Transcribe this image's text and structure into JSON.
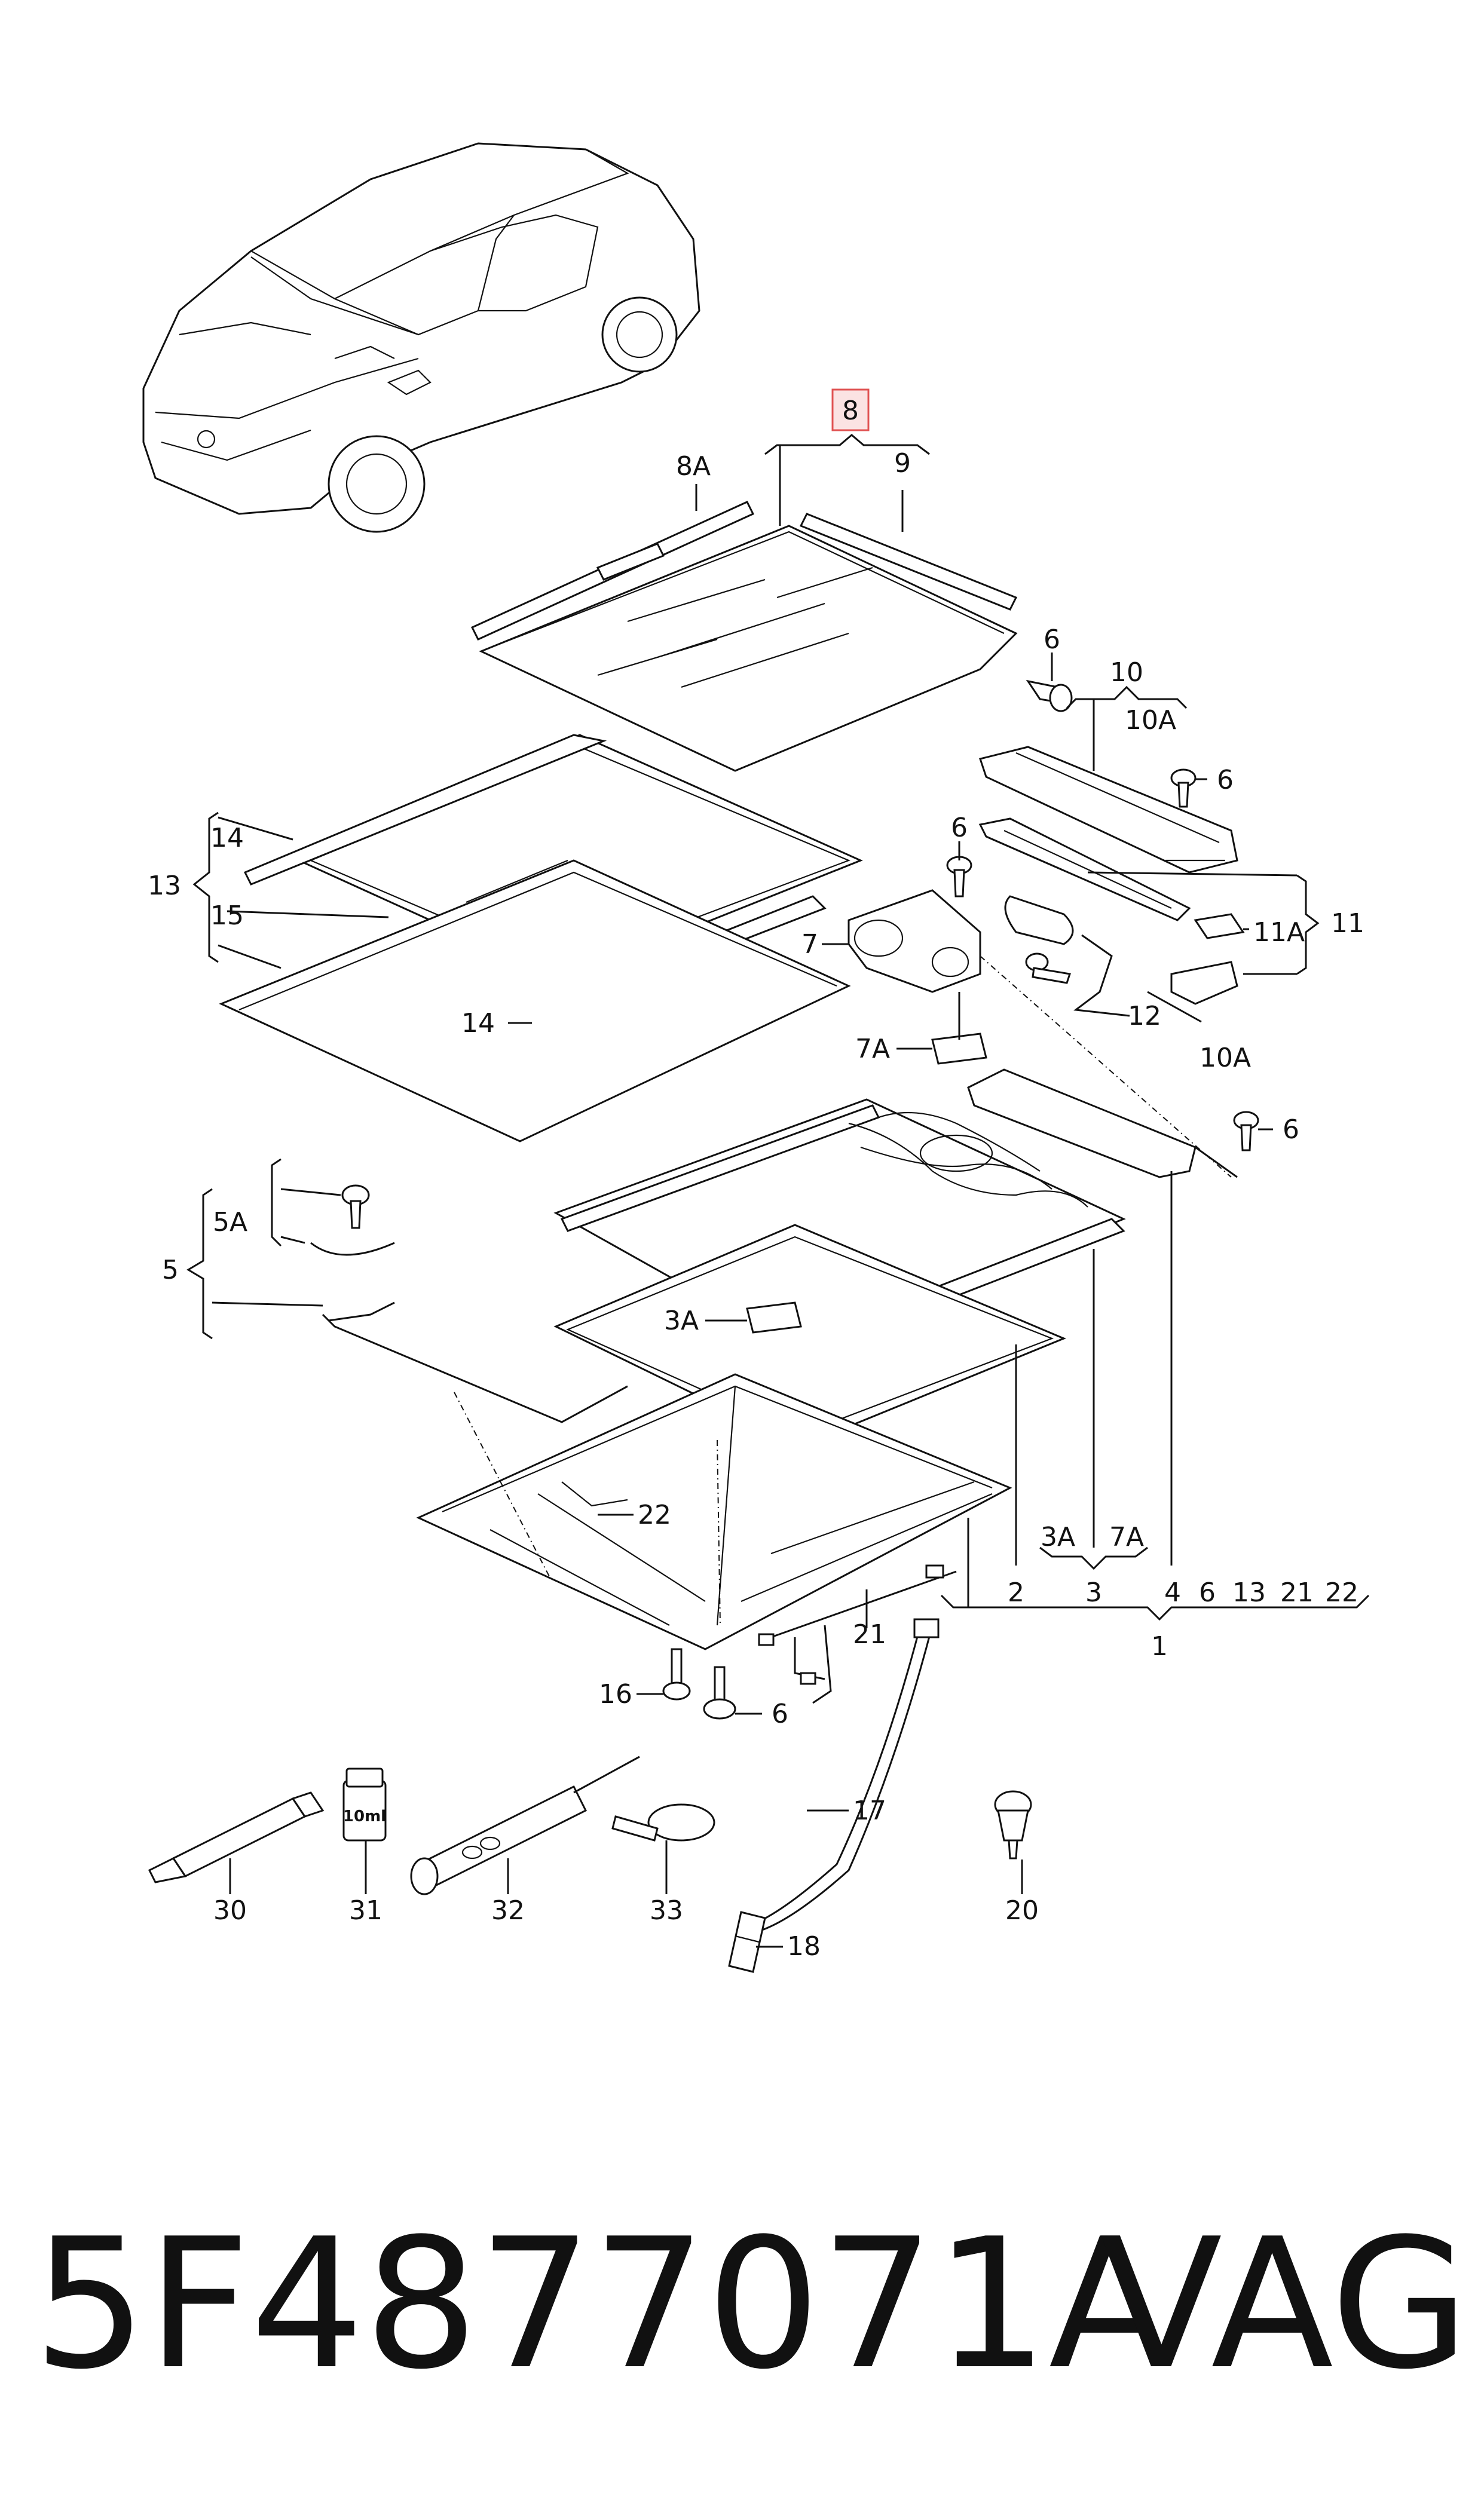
{
  "title": {
    "part_number": "5F4877071A",
    "brand": "VAG"
  },
  "callouts": [
    {
      "id": "c8",
      "text": "8",
      "highlighted": true
    },
    {
      "id": "c8a",
      "text": "8A"
    },
    {
      "id": "c9",
      "text": "9"
    },
    {
      "id": "c6a",
      "text": "6"
    },
    {
      "id": "c10",
      "text": "10"
    },
    {
      "id": "c10a",
      "text": "10A"
    },
    {
      "id": "c6b",
      "text": "6"
    },
    {
      "id": "c14a",
      "text": "14"
    },
    {
      "id": "c13",
      "text": "13"
    },
    {
      "id": "c15",
      "text": "15"
    },
    {
      "id": "c6c",
      "text": "6"
    },
    {
      "id": "c7",
      "text": "7"
    },
    {
      "id": "c11a",
      "text": "11A"
    },
    {
      "id": "c11",
      "text": "11"
    },
    {
      "id": "c12",
      "text": "12"
    },
    {
      "id": "c10b",
      "text": "10A"
    },
    {
      "id": "c14b",
      "text": "14"
    },
    {
      "id": "c7a",
      "text": "7A"
    },
    {
      "id": "c6d",
      "text": "6"
    },
    {
      "id": "c5a",
      "text": "5A"
    },
    {
      "id": "c5",
      "text": "5"
    },
    {
      "id": "c3a",
      "text": "3A"
    },
    {
      "id": "c22",
      "text": "22"
    },
    {
      "id": "c3ab",
      "text": "3A"
    },
    {
      "id": "c7ab",
      "text": "7A"
    },
    {
      "id": "c2",
      "text": "2"
    },
    {
      "id": "c3",
      "text": "3"
    },
    {
      "id": "c4",
      "text": "4"
    },
    {
      "id": "c6e",
      "text": "6"
    },
    {
      "id": "c13b",
      "text": "13"
    },
    {
      "id": "c21b",
      "text": "21"
    },
    {
      "id": "c22b",
      "text": "22"
    },
    {
      "id": "c1",
      "text": "1"
    },
    {
      "id": "c21",
      "text": "21"
    },
    {
      "id": "c16",
      "text": "16"
    },
    {
      "id": "c6f",
      "text": "6"
    },
    {
      "id": "c17",
      "text": "17"
    },
    {
      "id": "c18",
      "text": "18"
    },
    {
      "id": "c30",
      "text": "30"
    },
    {
      "id": "c31",
      "text": "31"
    },
    {
      "id": "c32",
      "text": "32"
    },
    {
      "id": "c33",
      "text": "33"
    },
    {
      "id": "c20",
      "text": "20"
    }
  ],
  "bottle_label": "10ml",
  "colors": {
    "line": "#111111",
    "highlight_fill": "#fbe3e3",
    "highlight_stroke": "#e05252"
  }
}
